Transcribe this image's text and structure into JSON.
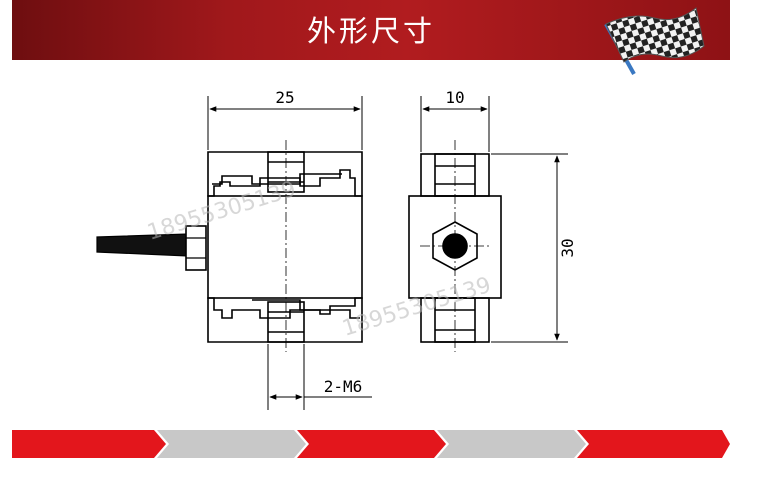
{
  "header": {
    "title": "外形尺寸"
  },
  "drawing": {
    "dim_width": "25",
    "dim_thickness": "10",
    "dim_height": "30",
    "dim_thread": "2-M6",
    "watermark": "18955305139"
  },
  "colors": {
    "banner_red": "#a0181b",
    "arrow_red": "#e3161c",
    "arrow_grey": "#c8c8c8"
  }
}
